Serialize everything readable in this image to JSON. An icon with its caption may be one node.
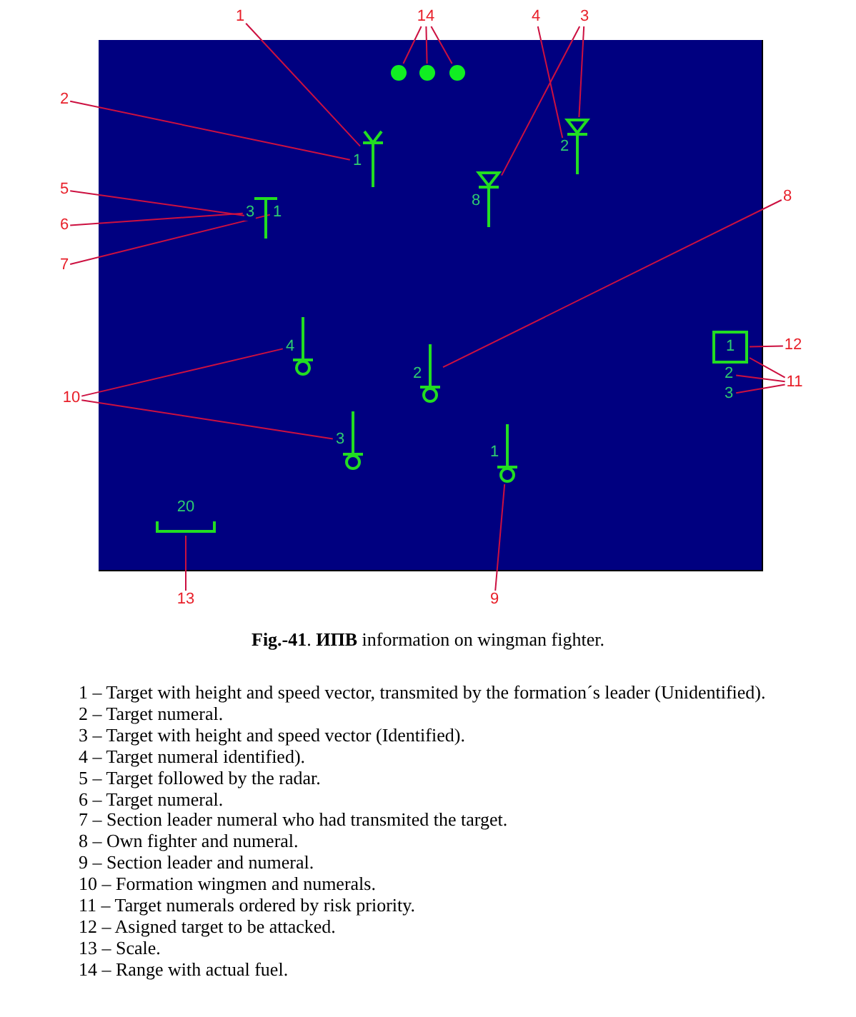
{
  "diagram": {
    "caption": "**Fig.-41**. **ИПВ** information on wingman fighter.",
    "nodes": [
      {
        "text": [
          "1"
        ]
      },
      {
        "text": [
          "14"
        ]
      },
      {
        "text": [
          "4"
        ]
      },
      {
        "text": [
          "3"
        ]
      },
      {
        "text": [
          "2"
        ]
      },
      {
        "text": [
          "5"
        ]
      },
      {
        "text": [
          "6"
        ]
      },
      {
        "text": [
          "7"
        ]
      },
      {
        "text": [
          "8"
        ]
      },
      {
        "text": [
          "10"
        ]
      },
      {
        "text": [
          "12"
        ]
      },
      {
        "text": [
          "11"
        ]
      },
      {
        "text": [
          "13"
        ]
      },
      {
        "text": [
          "9"
        ]
      },
      {
        "text": [],
        "shape": "circle"
      },
      {
        "text": [],
        "shape": "circle"
      },
      {
        "text": [],
        "shape": "circle"
      },
      {
        "text": [],
        "shape": "symbol"
      },
      {
        "text": [
          "1"
        ]
      },
      {
        "text": [],
        "shape": "symbol"
      },
      {
        "text": [
          "2"
        ]
      },
      {
        "text": [],
        "shape": "symbol"
      },
      {
        "text": [
          "8"
        ]
      },
      {
        "text": [],
        "shape": "symbol"
      },
      {
        "text": [
          "3"
        ]
      },
      {
        "text": [
          "1"
        ]
      },
      {
        "text": [],
        "shape": "symbol"
      },
      {
        "text": [
          "4"
        ]
      },
      {
        "text": [],
        "shape": "symbol"
      },
      {
        "text": [
          "2"
        ]
      },
      {
        "text": [],
        "shape": "symbol"
      },
      {
        "text": [
          "3"
        ]
      },
      {
        "text": [],
        "shape": "symbol"
      },
      {
        "text": [
          "1"
        ]
      },
      {
        "text": [
          "1"
        ]
      },
      {
        "text": [
          "2"
        ]
      },
      {
        "text": [
          "3"
        ]
      },
      {
        "text": [
          "20"
        ]
      }
    ],
    "edges": [
      {
        "from": 0,
        "to": 17,
        "arrow": "none"
      },
      {
        "from": 4,
        "to": 18,
        "arrow": "none"
      },
      {
        "from": 1,
        "to": 14,
        "arrow": "none"
      },
      {
        "from": 1,
        "to": 15,
        "arrow": "none"
      },
      {
        "from": 1,
        "to": 16,
        "arrow": "none"
      },
      {
        "from": 2,
        "to": 20,
        "arrow": "none"
      },
      {
        "from": 3,
        "to": 19,
        "arrow": "none"
      },
      {
        "from": 3,
        "to": 21,
        "arrow": "none"
      },
      {
        "from": 5,
        "to": 23,
        "arrow": "none"
      },
      {
        "from": 6,
        "to": 24,
        "arrow": "none"
      },
      {
        "from": 7,
        "to": 25,
        "arrow": "none"
      },
      {
        "from": 8,
        "to": 28,
        "arrow": "none"
      },
      {
        "from": 9,
        "to": 27,
        "arrow": "none"
      },
      {
        "from": 9,
        "to": 31,
        "arrow": "none"
      },
      {
        "from": 10,
        "to": 34,
        "arrow": "none"
      },
      {
        "from": 11,
        "to": 34,
        "arrow": "none"
      },
      {
        "from": 11,
        "to": 35,
        "arrow": "none"
      },
      {
        "from": 11,
        "to": 36,
        "arrow": "none"
      },
      {
        "from": 12,
        "to": 37,
        "arrow": "none"
      },
      {
        "from": 13,
        "to": 32,
        "arrow": "none"
      }
    ],
    "labels": [
      "1 – Target with height and speed vector, transmited by the formation´s leader (Unidentified).",
      "2 – Target numeral.",
      "3 – Target with height and speed vector (Identified).",
      "4 – Target numeral  identified).",
      "5 – Target followed by the radar.",
      "6 – Target numeral.",
      "7 – Section leader numeral who had transmited the target.",
      "8 – Own fighter and numeral.",
      "9 – Section leader and numeral.",
      "10 – Formation wingmen and numerals.",
      "11 – Target numerals ordered by risk priority.",
      "12 – Asigned target to be attacked.",
      "13 – Scale.",
      "14 – Range with actual fuel."
    ]
  }
}
